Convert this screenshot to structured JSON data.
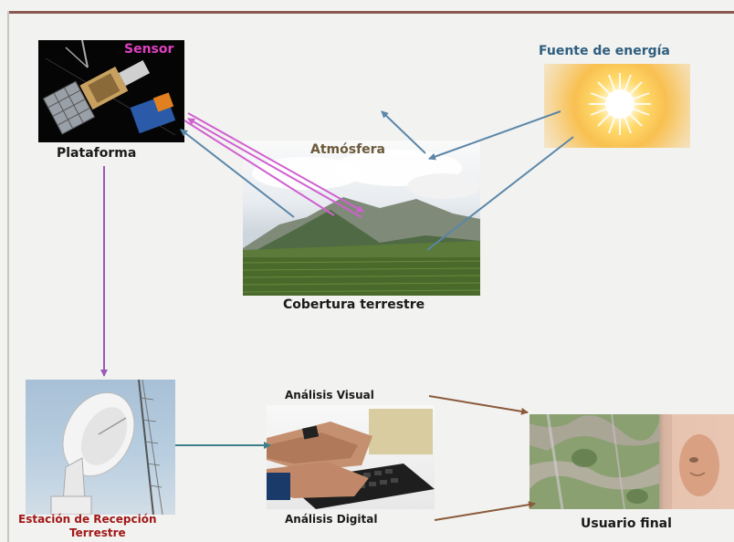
{
  "labels": {
    "sensor": "Sensor",
    "plataforma": "Plataforma",
    "fuente": "Fuente de energía",
    "atmosfera": "Atmósfera",
    "cobertura": "Cobertura terrestre",
    "analisis_visual": "Análisis Visual",
    "analisis_digital": "Análisis Digital",
    "estacion_line1": "Estación de Recepción",
    "estacion_line2": "Terrestre",
    "usuario": "Usuario final"
  },
  "colors": {
    "sensor_text": "#e040c0",
    "fuente_text": "#2e5e7e",
    "atmosfera_text": "#6b5a3a",
    "dark_text": "#1a1a1a",
    "estacion_text": "#a01818",
    "arrow_blue": "#5a86a8",
    "arrow_magenta": "#d060d0",
    "arrow_purple": "#9a5ab8",
    "arrow_teal": "#3f7f8a",
    "arrow_brown": "#8a5a3a"
  },
  "icons": {
    "platform": "satellite-icon",
    "energy": "sun-icon",
    "cover": "landscape-photo",
    "station": "satellite-dish-icon",
    "analysis": "laptop-typing-icon",
    "user": "aerial-image-user"
  }
}
